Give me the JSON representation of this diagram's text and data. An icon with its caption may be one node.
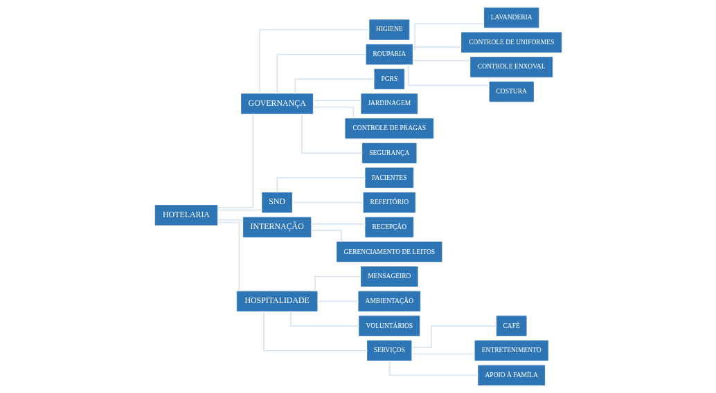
{
  "diagram": {
    "nodes": [
      {
        "text": [
          "HOTELARIA"
        ]
      },
      {
        "text": [
          "GOVERNANÇA"
        ]
      },
      {
        "text": [
          "HIGIENE"
        ]
      },
      {
        "text": [
          "ROUPARIA"
        ]
      },
      {
        "text": [
          "LAVANDERIA"
        ]
      },
      {
        "text": [
          "CONTROLE DE UNIFORMES"
        ]
      },
      {
        "text": [
          "CONTROLE ENXOVAL"
        ]
      },
      {
        "text": [
          "COSTURA"
        ]
      },
      {
        "text": [
          "PGRS"
        ]
      },
      {
        "text": [
          "JARDINAGEM"
        ]
      },
      {
        "text": [
          "CONTROLE DE PRAGAS"
        ]
      },
      {
        "text": [
          "SEGURANÇA"
        ]
      },
      {
        "text": [
          "SND"
        ]
      },
      {
        "text": [
          "PACIENTES"
        ]
      },
      {
        "text": [
          "REFEITÓRIO"
        ]
      },
      {
        "text": [
          "INTERNAÇÃO"
        ]
      },
      {
        "text": [
          "RECEPÇÃO"
        ]
      },
      {
        "text": [
          "GERENCIAMENTO DE LEITOS"
        ]
      },
      {
        "text": [
          "HOSPITALIDADE"
        ]
      },
      {
        "text": [
          "MENSAGEIRO"
        ]
      },
      {
        "text": [
          "AMBIENTAÇÃO"
        ]
      },
      {
        "text": [
          "VOLUNTÁRIOS"
        ]
      },
      {
        "text": [
          "SERVIÇOS"
        ]
      },
      {
        "text": [
          "CAFÉ"
        ]
      },
      {
        "text": [
          "ENTRETENIMENTO"
        ]
      },
      {
        "text": [
          "APOIO À FAMÍLA"
        ]
      }
    ],
    "edges": [
      {
        "from": 0,
        "to": 1,
        "arrow": "none",
        "color": "#d6e3f0"
      },
      {
        "from": 0,
        "to": 12,
        "arrow": "none",
        "color": "#d6e3f0"
      },
      {
        "from": 0,
        "to": 15,
        "arrow": "none",
        "color": "#d6e3f0"
      },
      {
        "from": 0,
        "to": 18,
        "arrow": "none",
        "color": "#d6e3f0"
      },
      {
        "from": 1,
        "to": 2,
        "arrow": "none",
        "color": "#d6e3f0"
      },
      {
        "from": 1,
        "to": 3,
        "arrow": "none",
        "color": "#d6e3f0"
      },
      {
        "from": 3,
        "to": 4,
        "arrow": "none",
        "color": "#d6e3f0"
      },
      {
        "from": 3,
        "to": 5,
        "arrow": "none",
        "color": "#d6e3f0"
      },
      {
        "from": 3,
        "to": 6,
        "arrow": "none",
        "color": "#d6e3f0"
      },
      {
        "from": 3,
        "to": 7,
        "arrow": "none",
        "color": "#d6e3f0"
      },
      {
        "from": 1,
        "to": 8,
        "arrow": "none",
        "color": "#d6e3f0"
      },
      {
        "from": 1,
        "to": 9,
        "arrow": "none",
        "color": "#d6e3f0"
      },
      {
        "from": 1,
        "to": 10,
        "arrow": "none",
        "color": "#d6e3f0"
      },
      {
        "from": 1,
        "to": 11,
        "arrow": "none",
        "color": "#d6e3f0"
      },
      {
        "from": 12,
        "to": 13,
        "arrow": "none",
        "color": "#d6e3f0"
      },
      {
        "from": 12,
        "to": 14,
        "arrow": "none",
        "color": "#d6e3f0"
      },
      {
        "from": 15,
        "to": 16,
        "arrow": "none",
        "color": "#d6e3f0"
      },
      {
        "from": 15,
        "to": 17,
        "arrow": "none",
        "color": "#d6e3f0"
      },
      {
        "from": 18,
        "to": 19,
        "arrow": "none",
        "color": "#d6e3f0"
      },
      {
        "from": 18,
        "to": 20,
        "arrow": "none",
        "color": "#d6e3f0"
      },
      {
        "from": 18,
        "to": 21,
        "arrow": "none",
        "color": "#d6e3f0"
      },
      {
        "from": 18,
        "to": 22,
        "arrow": "none",
        "color": "#d6e3f0"
      },
      {
        "from": 22,
        "to": 23,
        "arrow": "none",
        "color": "#d6e3f0"
      },
      {
        "from": 22,
        "to": 24,
        "arrow": "none",
        "color": "#d6e3f0"
      },
      {
        "from": 22,
        "to": 25,
        "arrow": "none",
        "color": "#d6e3f0"
      }
    ]
  }
}
